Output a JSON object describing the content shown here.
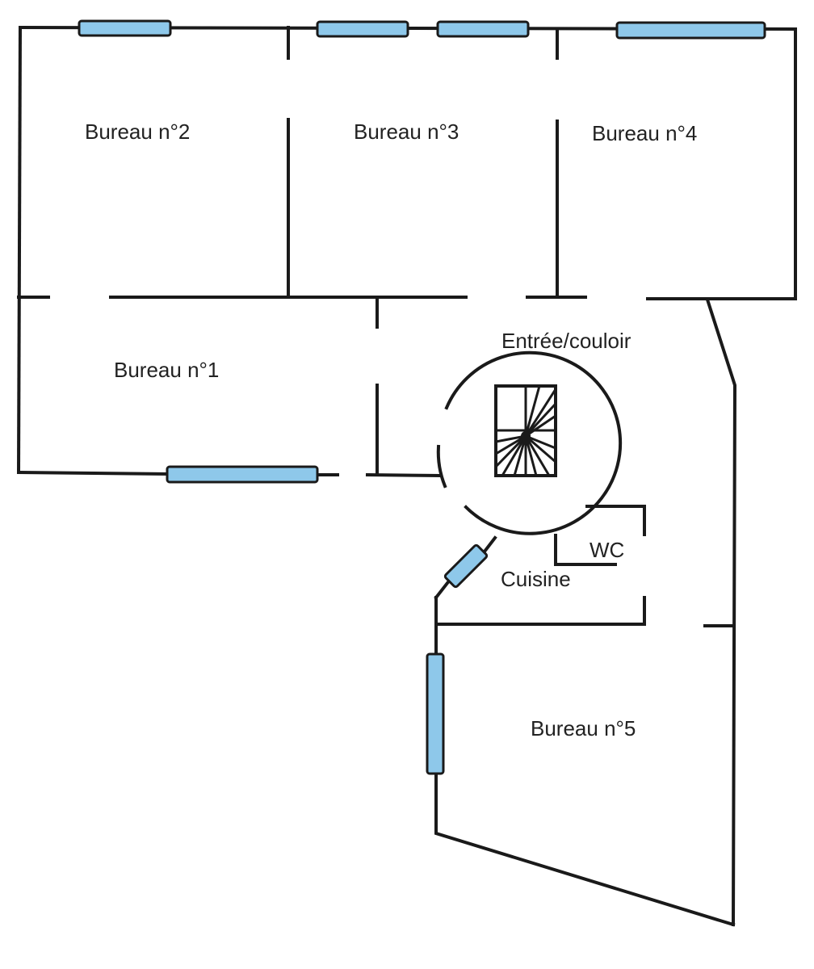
{
  "plan": {
    "rooms": [
      {
        "id": "bureau-2",
        "label": "Bureau n°2"
      },
      {
        "id": "bureau-3",
        "label": "Bureau n°3"
      },
      {
        "id": "bureau-4",
        "label": "Bureau n°4"
      },
      {
        "id": "bureau-1",
        "label": "Bureau n°1"
      },
      {
        "id": "entree-couloir",
        "label": "Entrée/couloir"
      },
      {
        "id": "wc",
        "label": "WC"
      },
      {
        "id": "cuisine",
        "label": "Cuisine"
      },
      {
        "id": "bureau-5",
        "label": "Bureau n°5"
      }
    ],
    "colors": {
      "wall": "#1a1a1a",
      "window_fill": "#8ec8ea",
      "text": "#222222",
      "background": "#ffffff"
    },
    "icons": {
      "staircase": "spiral-staircase-icon"
    }
  }
}
